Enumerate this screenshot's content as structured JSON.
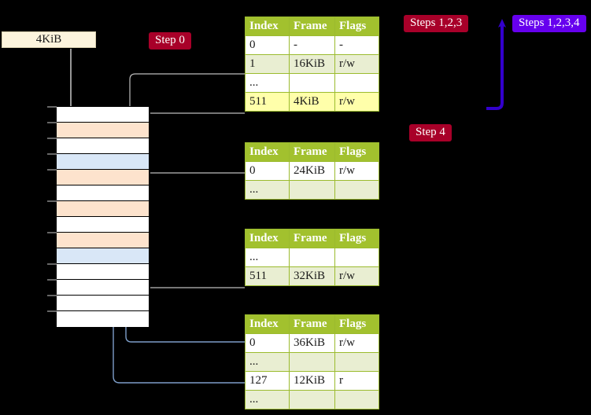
{
  "diagram": {
    "title_badges": [
      {
        "id": "steps-123",
        "label": "Steps 1,2,3",
        "color": "#a80029"
      },
      {
        "id": "steps-1234",
        "label": "Steps 1,2,3,4",
        "color": "#6600ee"
      },
      {
        "id": "step-4",
        "label": "Step 4",
        "color": "#a80029"
      },
      {
        "id": "step-0",
        "label": "Step 0",
        "color": "#a80029"
      }
    ],
    "page_size_box": {
      "label": "4KiB"
    },
    "columns": [
      "Index",
      "Frame",
      "Flags"
    ],
    "tables": [
      {
        "id": "pml4",
        "headers": [
          "Index",
          "Frame",
          "Flags"
        ],
        "rows": [
          {
            "index": "0",
            "frame": "-",
            "flags": "-",
            "style": "plain"
          },
          {
            "index": "1",
            "frame": "16KiB",
            "flags": "r/w",
            "style": "alt"
          },
          {
            "index": "...",
            "frame": "",
            "flags": "",
            "style": "plain"
          },
          {
            "index": "511",
            "frame": "4KiB",
            "flags": "r/w",
            "style": "hl"
          }
        ]
      },
      {
        "id": "pdpt",
        "headers": [
          "Index",
          "Frame",
          "Flags"
        ],
        "rows": [
          {
            "index": "0",
            "frame": "24KiB",
            "flags": "r/w",
            "style": "plain"
          },
          {
            "index": "...",
            "frame": "",
            "flags": "",
            "style": "alt"
          }
        ]
      },
      {
        "id": "pd",
        "headers": [
          "Index",
          "Frame",
          "Flags"
        ],
        "rows": [
          {
            "index": "...",
            "frame": "",
            "flags": "",
            "style": "plain"
          },
          {
            "index": "511",
            "frame": "32KiB",
            "flags": "r/w",
            "style": "alt"
          }
        ]
      },
      {
        "id": "pt",
        "headers": [
          "Index",
          "Frame",
          "Flags"
        ],
        "rows": [
          {
            "index": "0",
            "frame": "36KiB",
            "flags": "r/w",
            "style": "plain"
          },
          {
            "index": "...",
            "frame": "",
            "flags": "",
            "style": "alt"
          },
          {
            "index": "127",
            "frame": "12KiB",
            "flags": "r",
            "style": "plain"
          },
          {
            "index": "...",
            "frame": "",
            "flags": "",
            "style": "alt"
          }
        ]
      }
    ],
    "memory_rows": [
      {
        "fill": "white"
      },
      {
        "fill": "orange"
      },
      {
        "fill": "white"
      },
      {
        "fill": "blue"
      },
      {
        "fill": "orange"
      },
      {
        "fill": "white"
      },
      {
        "fill": "orange"
      },
      {
        "fill": "white"
      },
      {
        "fill": "orange"
      },
      {
        "fill": "blue"
      },
      {
        "fill": "white"
      },
      {
        "fill": "white"
      },
      {
        "fill": "white"
      },
      {
        "fill": "white"
      }
    ],
    "colors": {
      "header_green": "#a2c12e",
      "row_alt_green": "#e9eed2",
      "highlight_yellow": "#ffffaa",
      "memory_orange": "#fde3cd",
      "memory_blue": "#d9e7f7",
      "box_cream": "#fcf4dd",
      "wire_gray": "#bdbdbd",
      "wire_blue": "#7d9ec9",
      "accent_purple": "#6600ee",
      "accent_crimson": "#a80029",
      "background": "#000000"
    }
  }
}
